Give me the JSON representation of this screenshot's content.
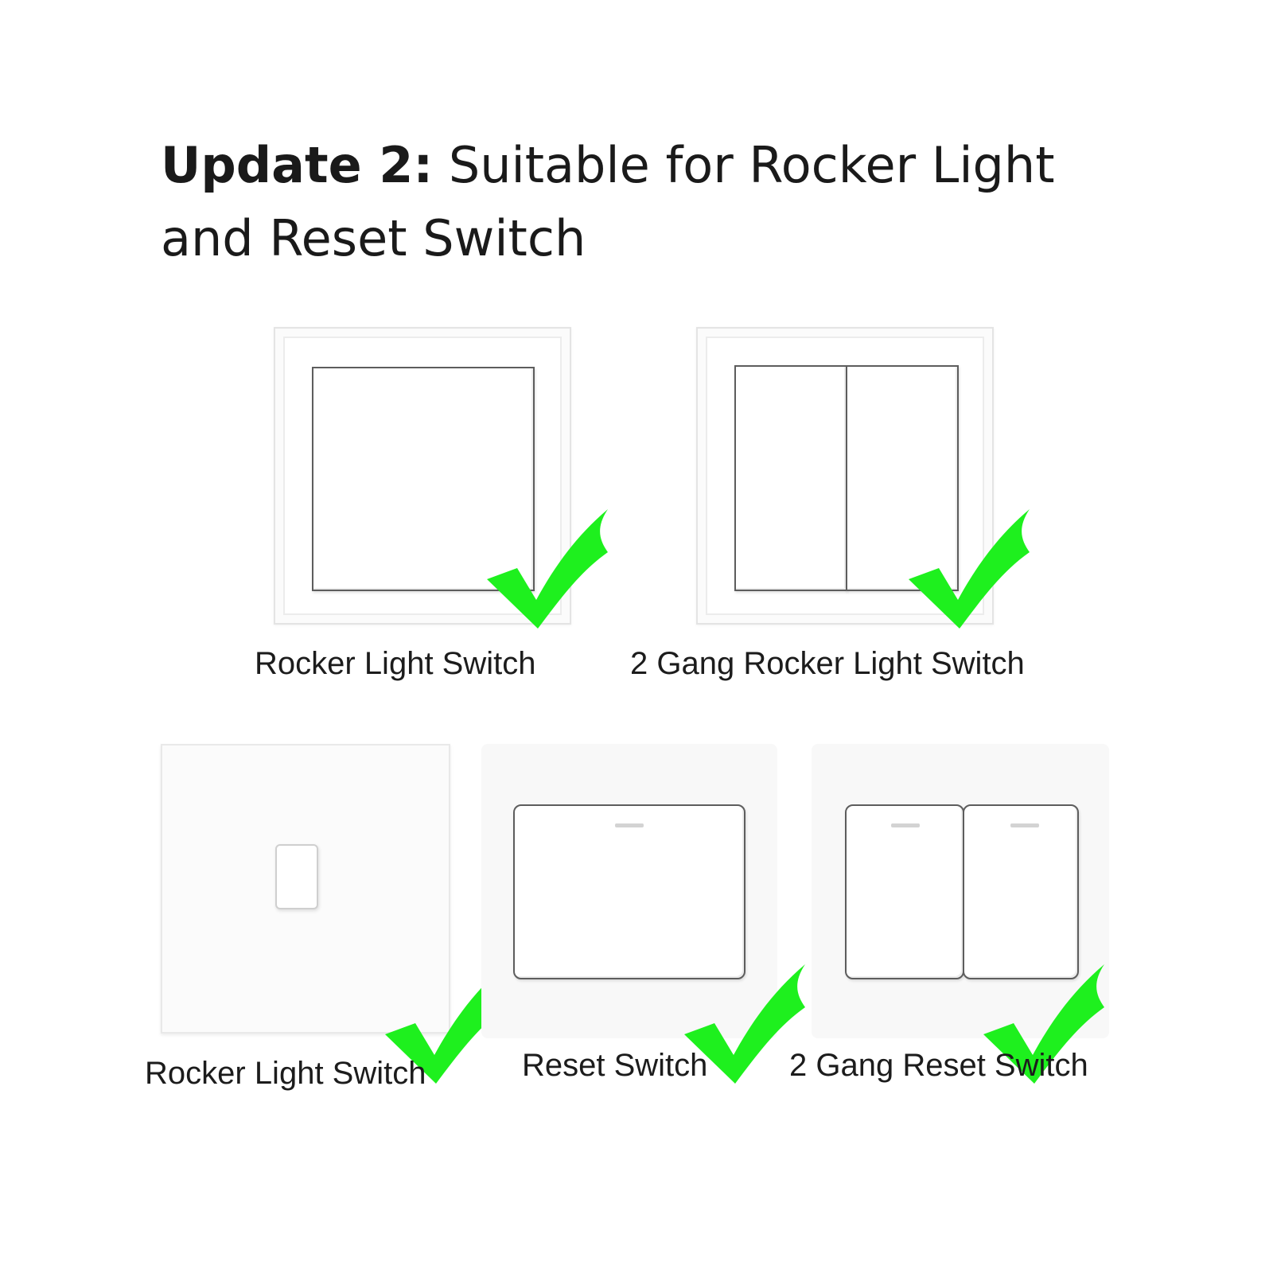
{
  "headline": {
    "bold": "Update 2:",
    "rest": " Suitable for Rocker Light and Reset Switch"
  },
  "switches": [
    {
      "label": "Rocker Light Switch",
      "compatible": true
    },
    {
      "label": "2 Gang Rocker Light Switch",
      "compatible": true
    },
    {
      "label": "Rocker Light Switch",
      "compatible": true
    },
    {
      "label": "Reset Switch",
      "compatible": true
    },
    {
      "label": "2 Gang Reset Switch",
      "compatible": true
    }
  ],
  "colors": {
    "check": "#1ef01e",
    "text": "#1a1a1a"
  },
  "icons": {
    "compatible": "check-mark-icon"
  }
}
